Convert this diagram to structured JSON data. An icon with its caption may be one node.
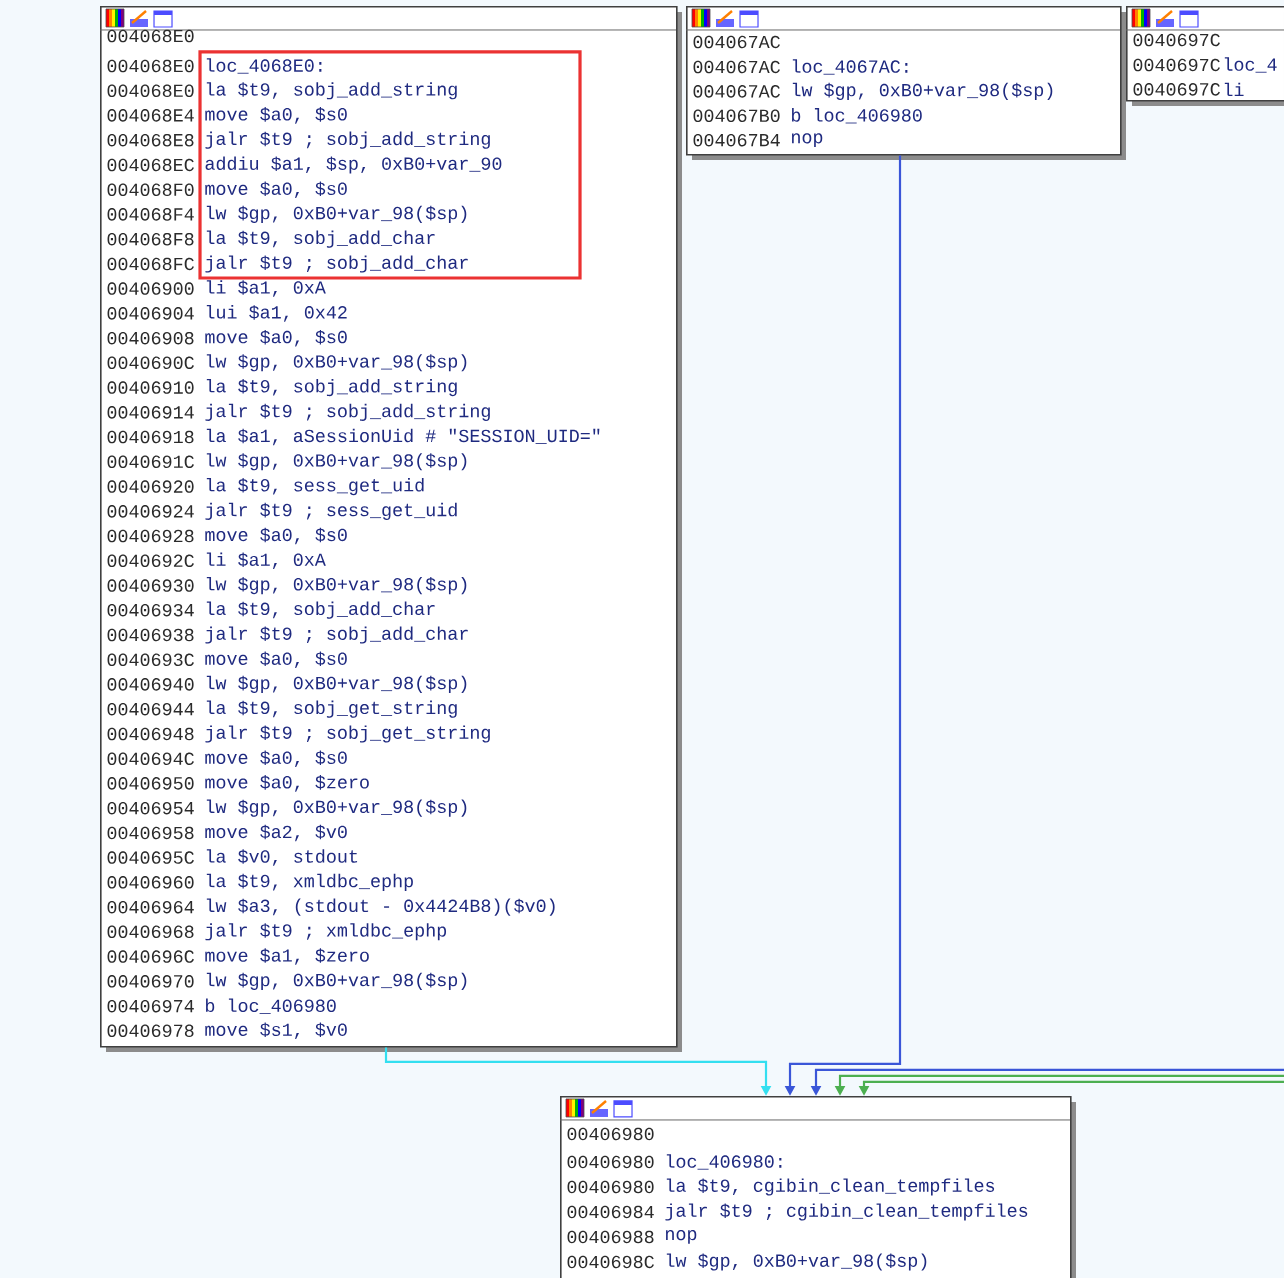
{
  "diagram": {
    "nodes": [
      {
        "text": [
          "004068E0",
          "004068E0",
          "loc_4068E0:",
          "004068E0",
          "la $t9, sobj_add_string",
          "004068E4",
          "move $a0, $s0",
          "004068E8",
          "jalr $t9 ; sobj_add_string",
          "004068EC",
          "addiu $a1, $sp, 0xB0+var_90",
          "004068F0",
          "move $a0, $s0",
          "004068F4",
          "lw $gp, 0xB0+var_98($sp)",
          "004068F8",
          "la $t9, sobj_add_char",
          "004068FC",
          "jalr $t9 ; sobj_add_char",
          "00406900",
          "li $a1, 0xA",
          "00406904",
          "lui $a1, 0x42",
          "00406908",
          "move $a0, $s0",
          "0040690C",
          "lw $gp, 0xB0+var_98($sp)",
          "00406910",
          "la $t9, sobj_add_string",
          "00406914",
          "jalr $t9 ; sobj_add_string",
          "00406918",
          "la $a1, aSessionUid # \"SESSION_UID=\"",
          "0040691C",
          "lw $gp, 0xB0+var_98($sp)",
          "00406920",
          "la $t9, sess_get_uid",
          "00406924",
          "jalr $t9 ; sess_get_uid",
          "00406928",
          "move $a0, $s0",
          "0040692C",
          "li $a1, 0xA",
          "00406930",
          "lw $gp, 0xB0+var_98($sp)",
          "00406934",
          "la $t9, sobj_add_char",
          "00406938",
          "jalr $t9 ; sobj_add_char",
          "0040693C",
          "move $a0, $s0",
          "00406940",
          "lw $gp, 0xB0+var_98($sp)",
          "00406944",
          "la $t9, sobj_get_string",
          "00406948",
          "jalr $t9 ; sobj_get_string",
          "0040694C",
          "move $a0, $s0",
          "00406950",
          "move $a0, $zero",
          "00406954",
          "lw $gp, 0xB0+var_98($sp)",
          "00406958",
          "move $a2, $v0",
          "0040695C",
          "la $v0, stdout",
          "00406960",
          "la $t9, xmldbc_ephp",
          "00406964",
          "lw $a3, (stdout - 0x4424B8)($v0)",
          "00406968",
          "jalr $t9 ; xmldbc_ephp",
          "0040696C",
          "move $a1, $zero",
          "00406970",
          "lw $gp, 0xB0+var_98($sp)",
          "00406974",
          "b loc_406980",
          "00406978",
          "move $s1, $v0"
        ]
      },
      {
        "text": [
          "004067AC",
          "004067AC",
          "loc_4067AC:",
          "004067AC",
          "lw $gp, 0xB0+var_98($sp)",
          "004067B0",
          "b loc_406980",
          "004067B4",
          "nop"
        ]
      },
      {
        "text": [
          "0040697C",
          "0040697C",
          "loc_4",
          "0040697C",
          "li"
        ]
      },
      {
        "text": [
          "00406980",
          "00406980",
          "loc_406980:",
          "00406980",
          "la $t9, cgibin_clean_tempfiles",
          "00406984",
          "jalr $t9 ; cgibin_clean_tempfiles",
          "00406988",
          "nop",
          "0040698C",
          "lw $gp, 0xB0+var_98($sp)"
        ]
      }
    ],
    "edges": [
      {
        "from": 0,
        "to": 3,
        "arrow": "to",
        "color": "#33dff0"
      },
      {
        "from": 1,
        "to": 3,
        "arrow": "to",
        "color": "#3a56d8"
      },
      {
        "from": null,
        "to": 3,
        "arrow": "to",
        "color": "#3a56d8"
      },
      {
        "from": null,
        "to": 3,
        "arrow": "to",
        "color": "#4caf50"
      },
      {
        "from": null,
        "to": 3,
        "arrow": "to",
        "color": "#4caf50"
      }
    ]
  }
}
